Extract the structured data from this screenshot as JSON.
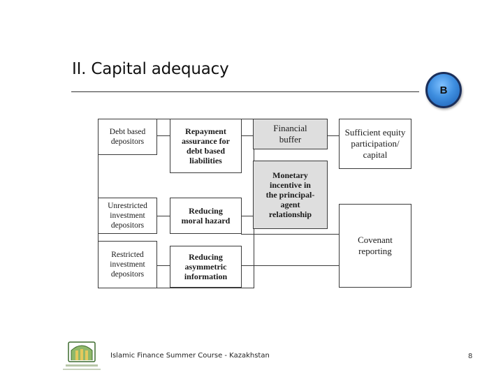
{
  "slide": {
    "title": "II. Capital adequacy",
    "badge": "B"
  },
  "diagram": {
    "nodes": {
      "debt_depositors": "Debt based\ndepositors",
      "repayment_assurance": "Repayment\nassurance for\ndebt based\nliabilities",
      "financial_buffer": "Financial\nbuffer",
      "sufficient_equity": "Sufficient equity\nparticipation/\ncapital",
      "monetary_incentive": "Monetary\nincentive in\nthe principal-\nagent\nrelationship",
      "unrestricted_depositors": "Unrestricted\ninvestment\ndepositors",
      "moral_hazard": "Reducing\nmoral hazard",
      "covenant_reporting": "Covenant\nreporting",
      "restricted_depositors": "Restricted\ninvestment\ndepositors",
      "asymmetric_information": "Reducing\nasymmetric\ninformation"
    }
  },
  "footer": {
    "text": "Islamic Finance Summer Course - Kazakhstan",
    "page": "8"
  },
  "colors": {
    "badge_fill": "#3f8fe0",
    "shaded_box": "#dedede"
  },
  "icons": {
    "logo": "institute-logo"
  }
}
